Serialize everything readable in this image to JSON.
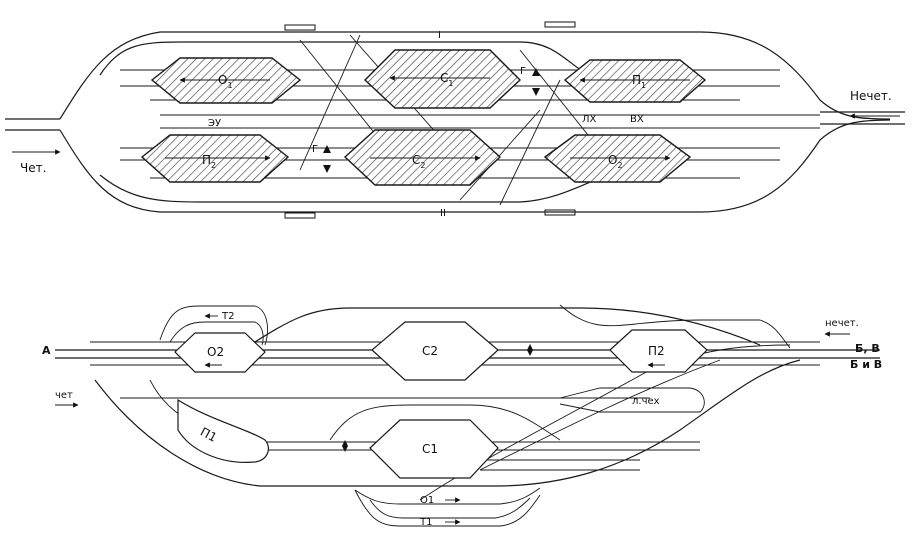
{
  "top": {
    "parks": {
      "o1": {
        "main": "О",
        "sub": "1"
      },
      "s1": {
        "main": "С",
        "sub": "1"
      },
      "p1": {
        "main": "П",
        "sub": "1"
      },
      "p2": {
        "main": "П",
        "sub": "2"
      },
      "s2": {
        "main": "С",
        "sub": "2"
      },
      "o2": {
        "main": "О",
        "sub": "2"
      }
    },
    "track_labels": {
      "track_1": "I",
      "track_2": "II",
      "hump_upper": "Г",
      "hump_lower": "Г",
      "eu": "ЭУ",
      "lh": "ЛХ",
      "vh": "ВХ"
    },
    "direction_labels": {
      "even": "Чет.",
      "odd": "Нечет."
    }
  },
  "bottom": {
    "parks": {
      "o2": "О2",
      "c2": "С2",
      "p2": "П2",
      "c1": "С1",
      "p1": "П1",
      "lvekh": "л.чех"
    },
    "track_labels": {
      "t2": "Т2",
      "o1": "О1",
      "t1": "Т1"
    },
    "endpoints": {
      "left": "А",
      "right_upper": "Б, В",
      "right_lower": "Б и В"
    },
    "direction_labels": {
      "even": "чет",
      "odd": "нечет."
    }
  }
}
